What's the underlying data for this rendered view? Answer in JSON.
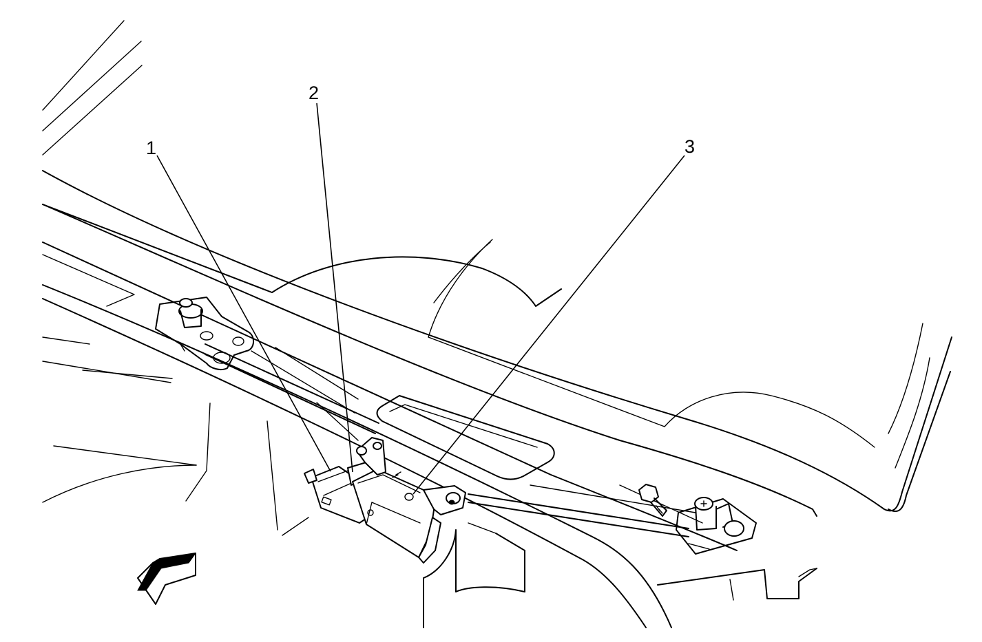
{
  "callouts": [
    {
      "id": "1",
      "label": "1"
    },
    {
      "id": "2",
      "label": "2"
    },
    {
      "id": "3",
      "label": "3"
    }
  ],
  "icons": {
    "front_arrow": "vehicle-front-direction-arrow"
  }
}
